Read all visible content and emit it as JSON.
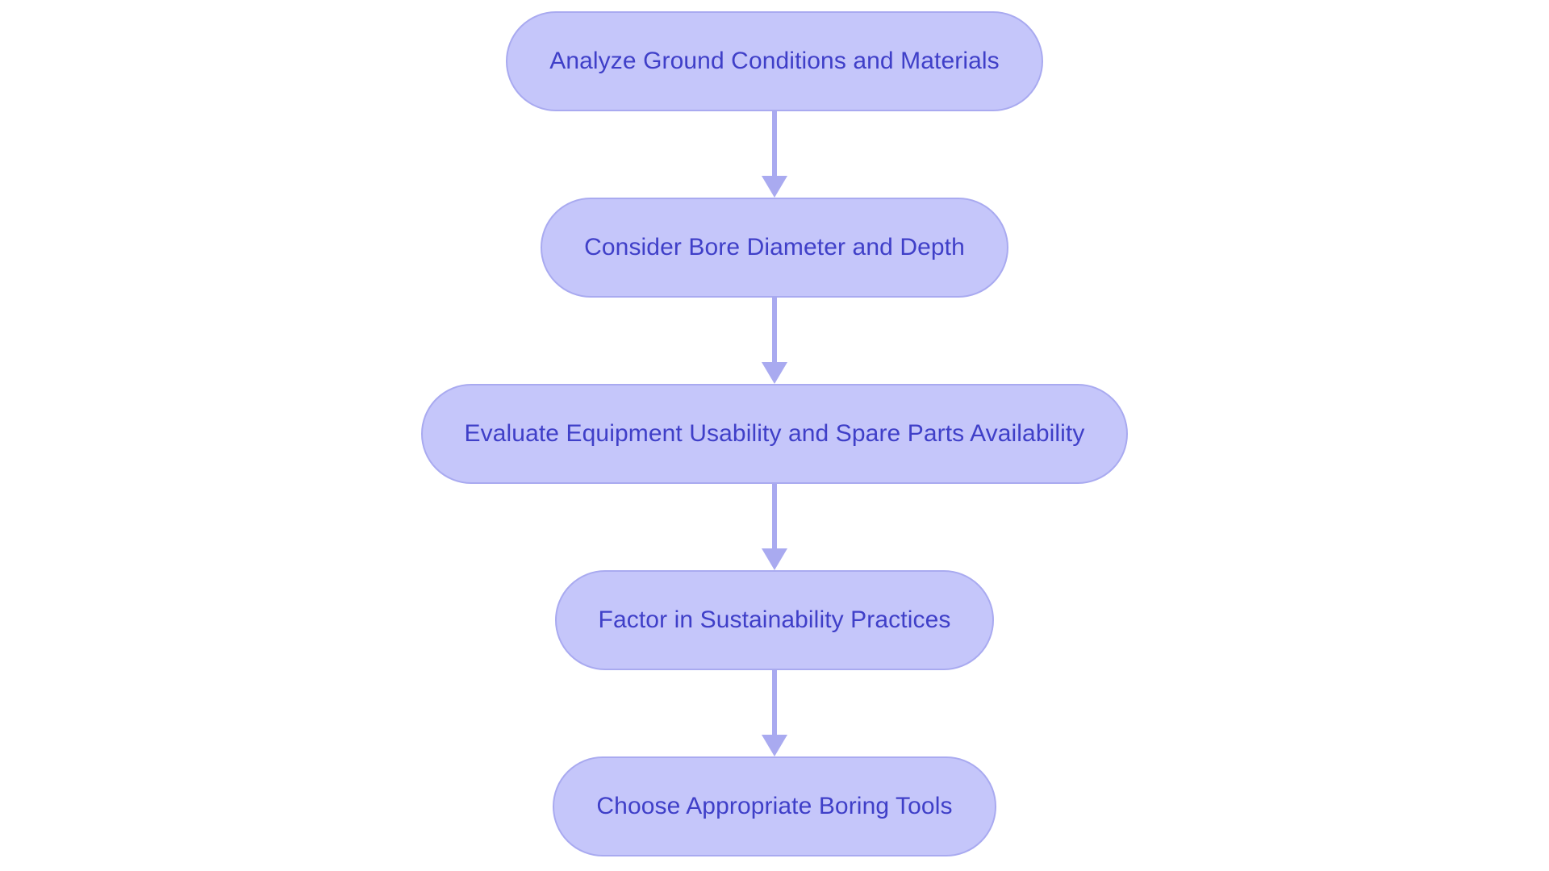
{
  "diagram": {
    "type": "flowchart",
    "orientation": "vertical-top-down",
    "background_color": "#FFFFFF",
    "node_fill_color": "#C5C6FA",
    "node_border_color": "#A9AAF0",
    "node_text_color": "#3F3FC8",
    "connector_color": "#A9AAF0",
    "node_shape": "stadium",
    "nodes": [
      {
        "id": "node-1",
        "label": "Analyze Ground Conditions and Materials"
      },
      {
        "id": "node-2",
        "label": "Consider Bore Diameter and Depth"
      },
      {
        "id": "node-3",
        "label": "Evaluate Equipment Usability and Spare Parts Availability"
      },
      {
        "id": "node-4",
        "label": "Factor in Sustainability Practices"
      },
      {
        "id": "node-5",
        "label": "Choose Appropriate Boring Tools"
      }
    ],
    "edges": [
      {
        "id": "edge-1",
        "from": "node-1",
        "to": "node-2",
        "label": "",
        "arrow": "down-arrow-icon"
      },
      {
        "id": "edge-2",
        "from": "node-2",
        "to": "node-3",
        "label": "",
        "arrow": "down-arrow-icon"
      },
      {
        "id": "edge-3",
        "from": "node-3",
        "to": "node-4",
        "label": "",
        "arrow": "down-arrow-icon"
      },
      {
        "id": "edge-4",
        "from": "node-4",
        "to": "node-5",
        "label": "",
        "arrow": "down-arrow-icon"
      }
    ]
  }
}
